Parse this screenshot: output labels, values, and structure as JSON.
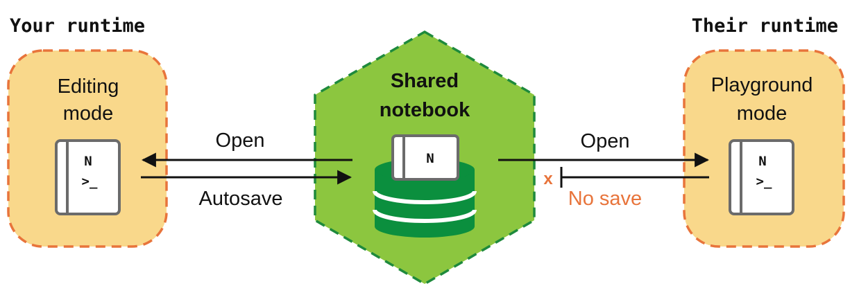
{
  "headings": {
    "left": "Your runtime",
    "right": "Their runtime"
  },
  "left_box": {
    "line1": "Editing",
    "line2": "mode"
  },
  "right_box": {
    "line1": "Playground",
    "line2": "mode"
  },
  "center": {
    "line1": "Shared",
    "line2": "notebook"
  },
  "notebook": {
    "letter": "N",
    "prompt": ">_"
  },
  "arrows": {
    "left_open": "Open",
    "left_autosave": "Autosave",
    "right_open": "Open",
    "right_block": "x",
    "right_nosave": "No save"
  },
  "colors": {
    "box_fill": "#f9d88b",
    "box_border": "#e8743b",
    "hex_fill": "#8cc63f",
    "hex_border": "#1e8a3c",
    "db_fill": "#0b8f3e",
    "nosave": "#e8743b",
    "notebook_fill": "#ffffff",
    "notebook_spine": "#6b6b6b"
  }
}
